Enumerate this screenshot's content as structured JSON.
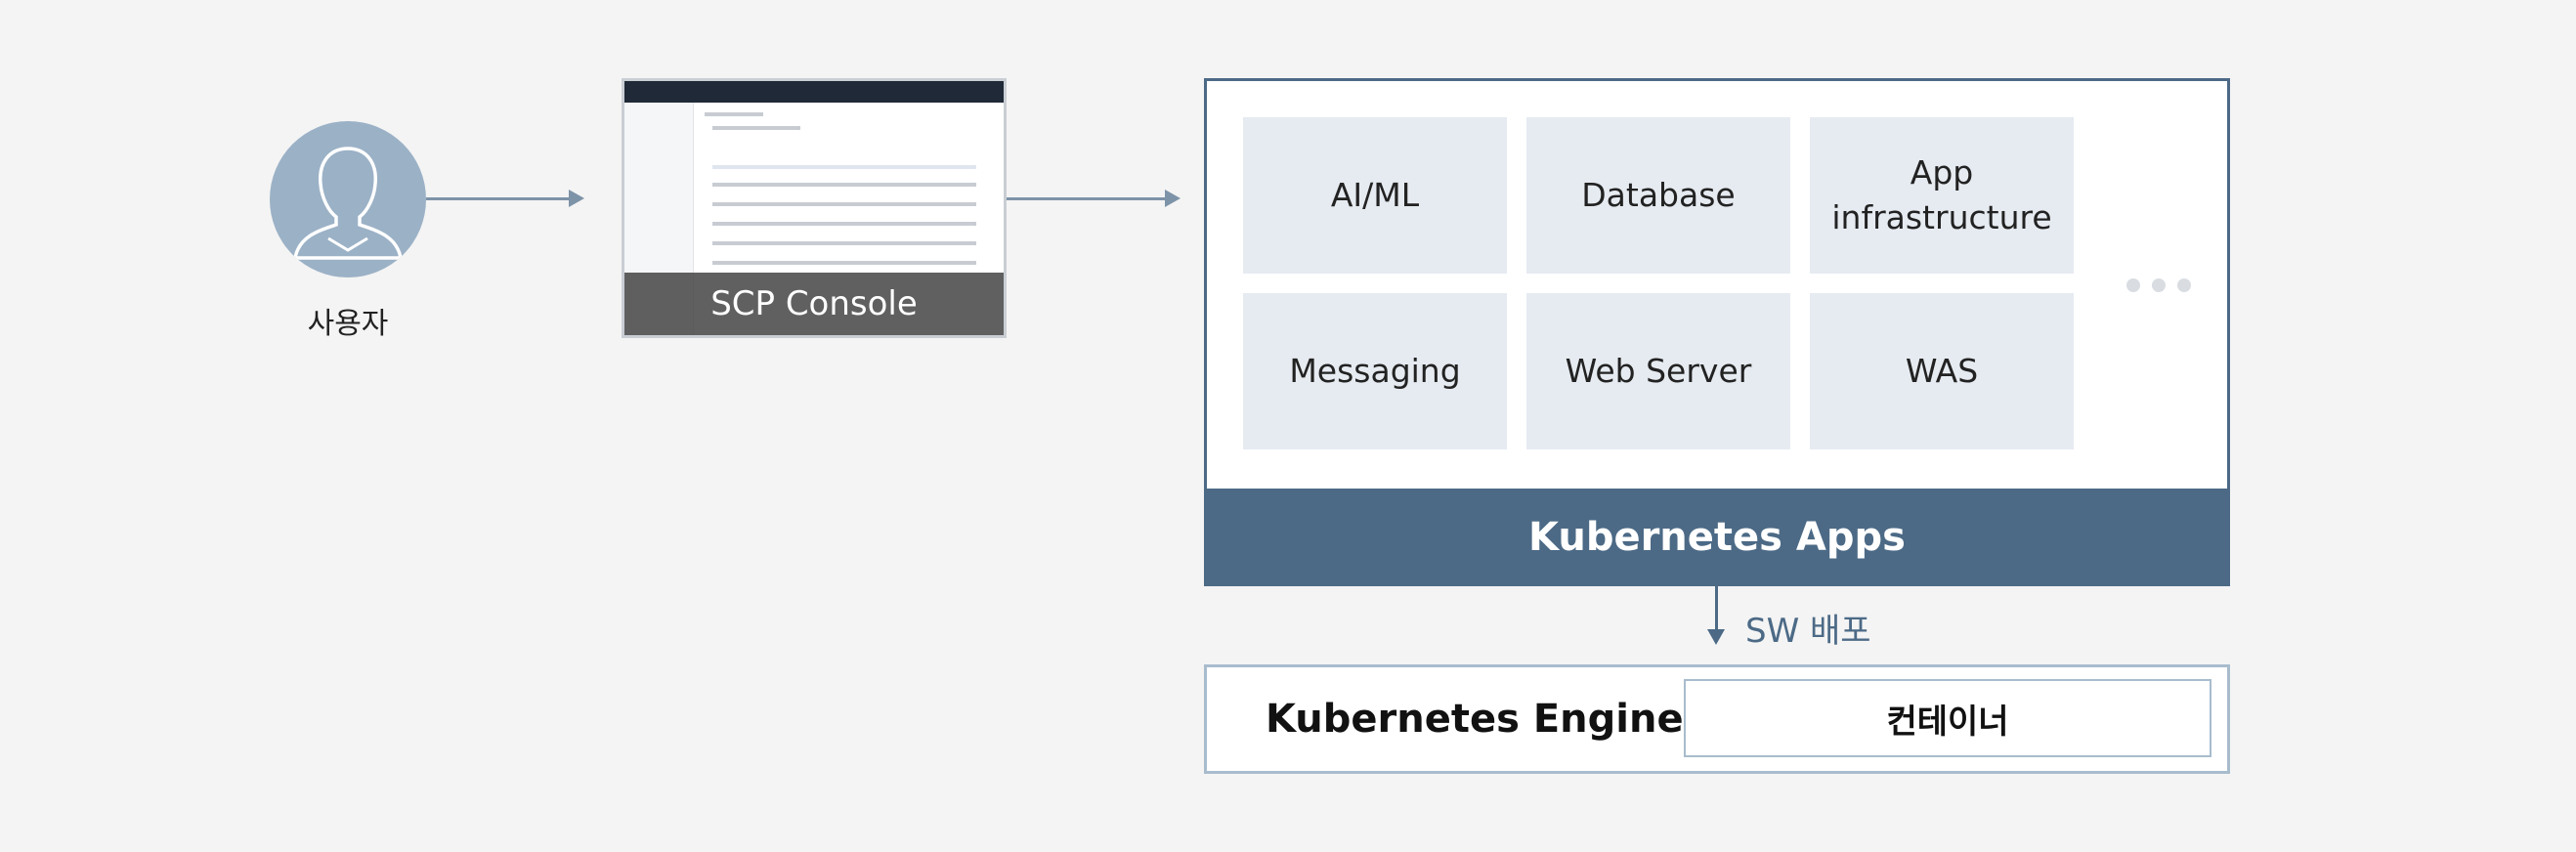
{
  "user": {
    "label": "사용자"
  },
  "console": {
    "label": "SCP Console"
  },
  "apps": {
    "tiles": [
      "AI/ML",
      "Database",
      "App infrastructure",
      "Messaging",
      "Web Server",
      "WAS"
    ],
    "footer": "Kubernetes Apps",
    "more": "more-dots"
  },
  "deploy": {
    "label": "SW 배포"
  },
  "engine": {
    "title": "Kubernetes Engine",
    "container": "컨테이너"
  },
  "colors": {
    "accent": "#4c6a86",
    "tile": "#e6ebf1",
    "avatar": "#9bb1c6",
    "connector": "#7d93a8"
  }
}
